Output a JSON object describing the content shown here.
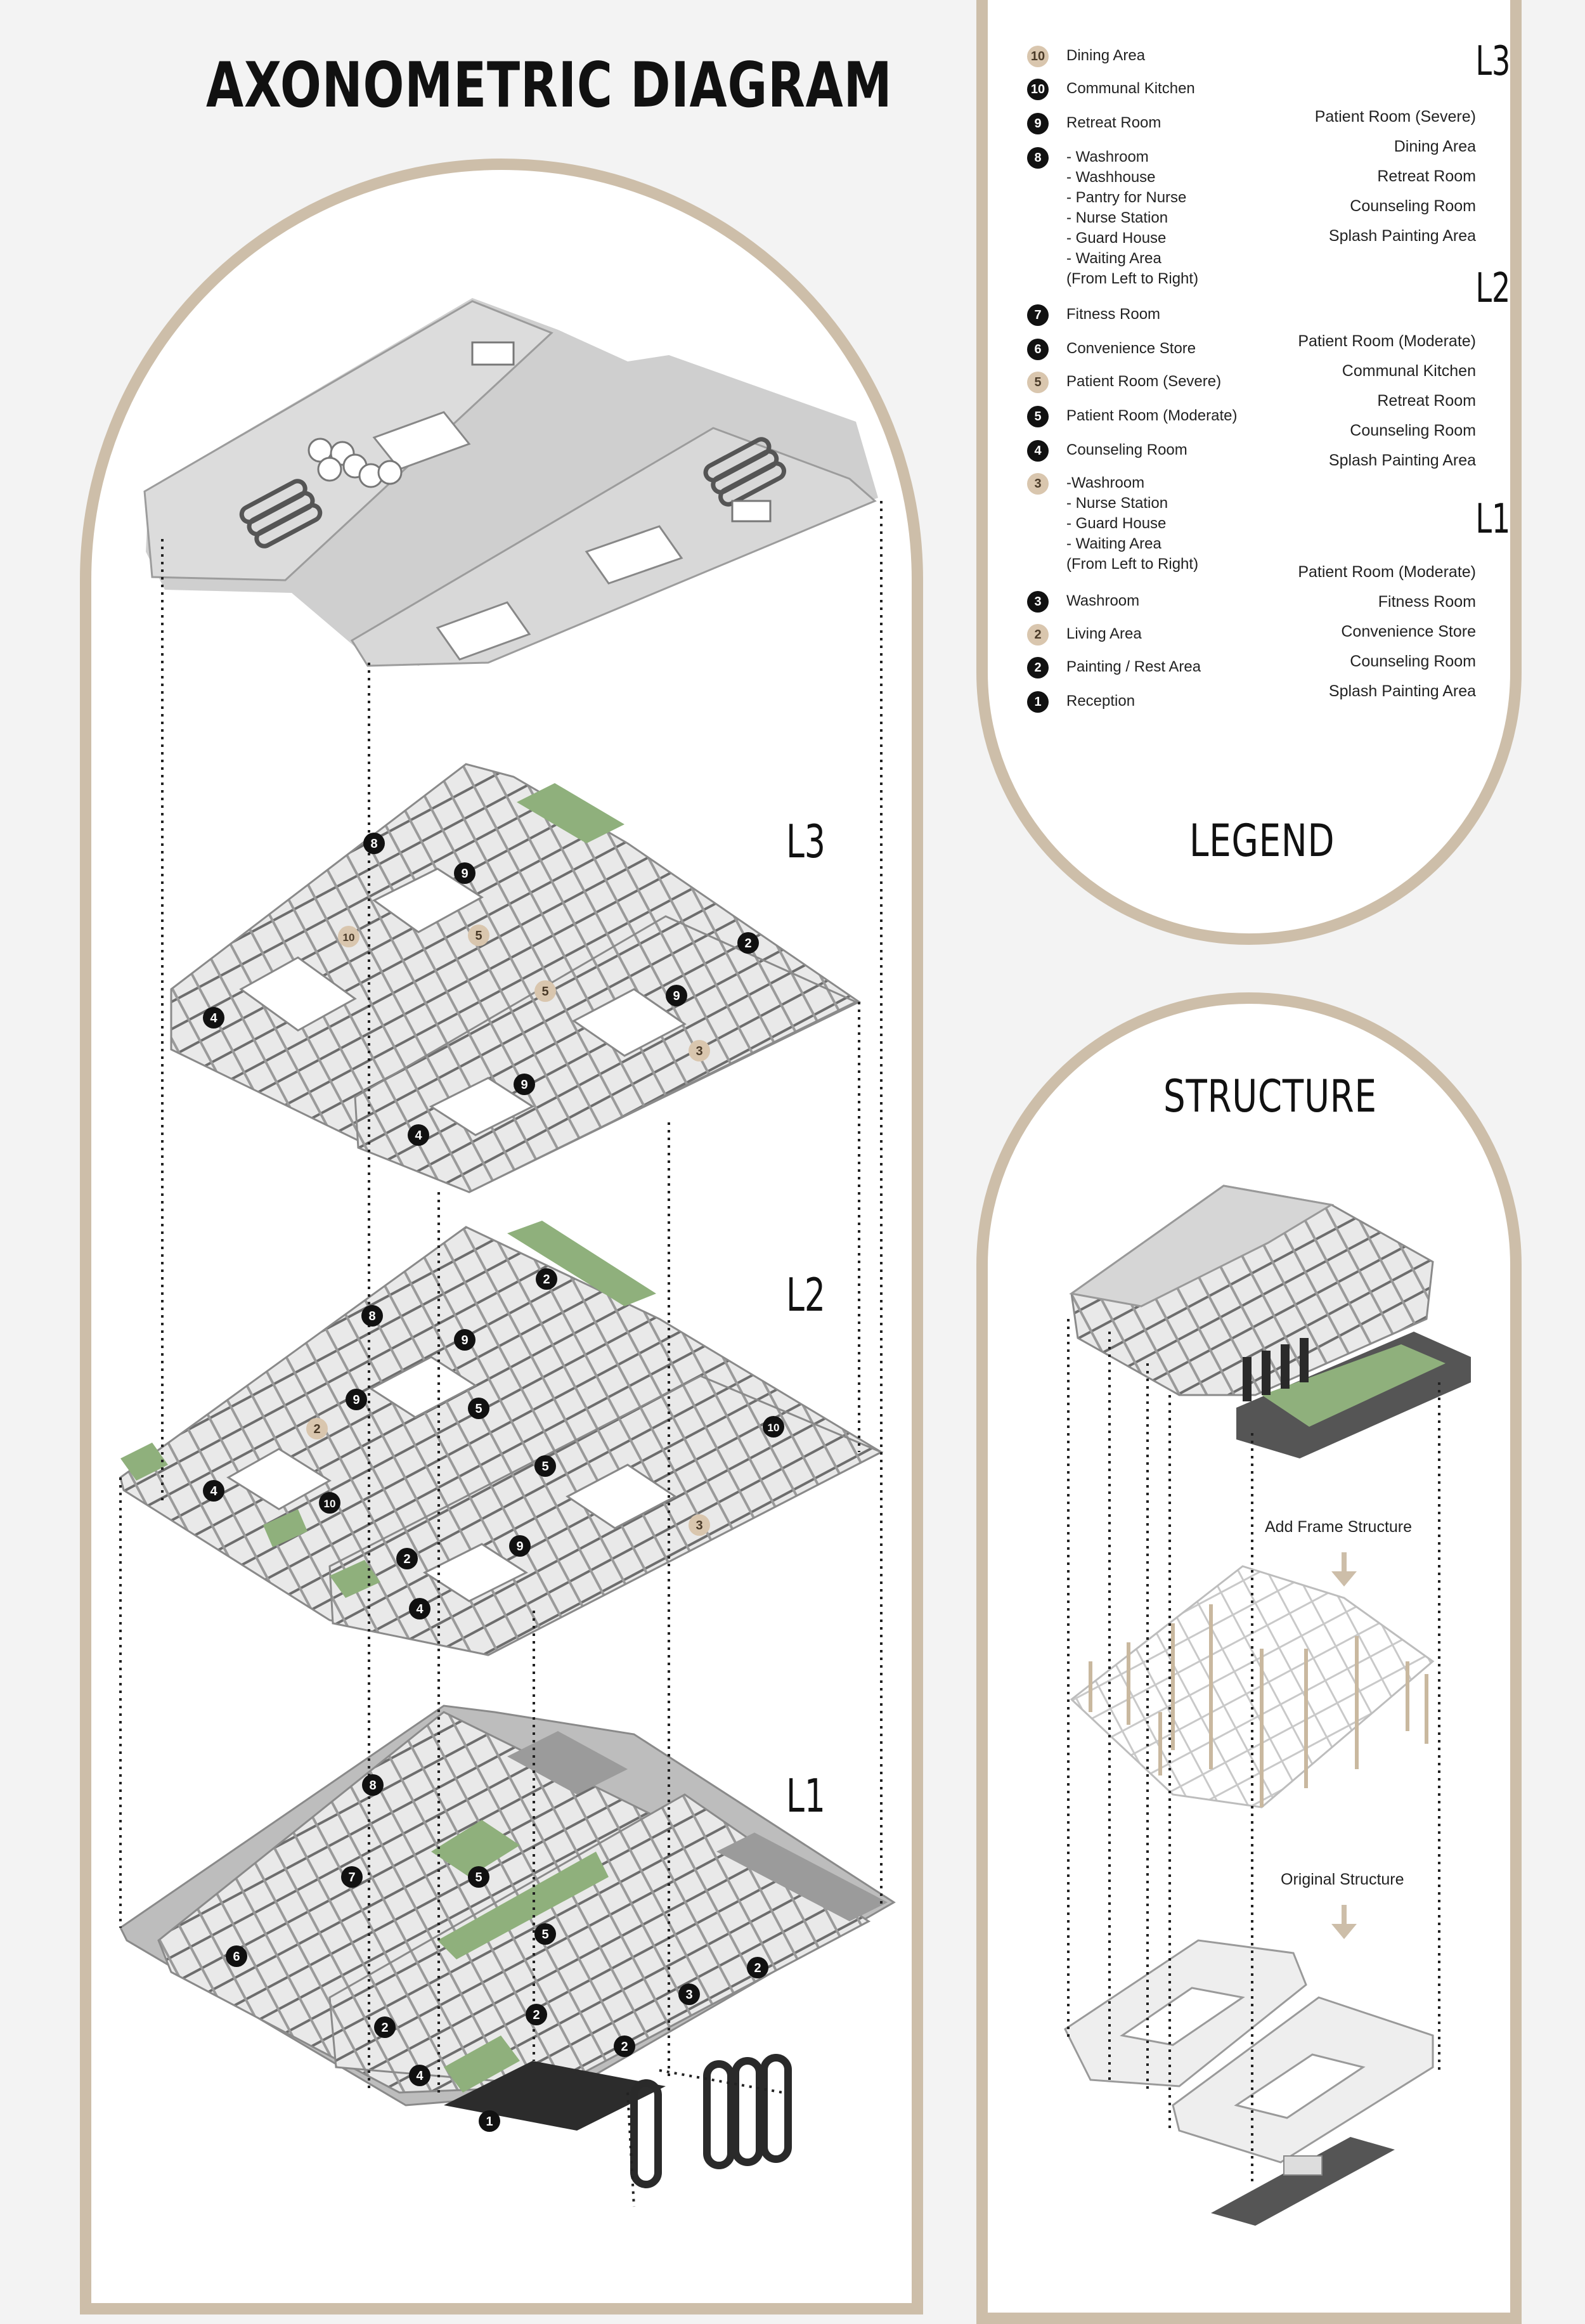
{
  "title": "AXONOMETRIC DIAGRAM",
  "levels": [
    "L3",
    "L2",
    "L1"
  ],
  "legend": {
    "title": "LEGEND",
    "items": [
      {
        "badge": "10",
        "tone": "tan",
        "text": "Dining Area"
      },
      {
        "badge": "10",
        "tone": "black",
        "text": "Communal Kitchen"
      },
      {
        "badge": "9",
        "tone": "black",
        "text": "Retreat Room"
      },
      {
        "badge": "8",
        "tone": "black",
        "text": "- Washroom\n- Washhouse\n- Pantry for Nurse\n- Nurse Station\n- Guard House\n- Waiting Area\n (From Left to Right)"
      },
      {
        "badge": "7",
        "tone": "black",
        "text": "Fitness Room"
      },
      {
        "badge": "6",
        "tone": "black",
        "text": "Convenience Store"
      },
      {
        "badge": "5",
        "tone": "tan",
        "text": "Patient Room (Severe)"
      },
      {
        "badge": "5",
        "tone": "black",
        "text": "Patient Room (Moderate)"
      },
      {
        "badge": "4",
        "tone": "black",
        "text": "Counseling Room"
      },
      {
        "badge": "3",
        "tone": "tan",
        "text": "-Washroom\n- Nurse Station\n- Guard House\n- Waiting Area\n(From Left to Right)"
      },
      {
        "badge": "3",
        "tone": "black",
        "text": "Washroom"
      },
      {
        "badge": "2",
        "tone": "tan",
        "text": "Living Area"
      },
      {
        "badge": "2",
        "tone": "black",
        "text": "Painting / Rest Area"
      },
      {
        "badge": "1",
        "tone": "black",
        "text": "Reception"
      }
    ],
    "level_lists": [
      {
        "level": "L3",
        "rooms": [
          "Patient Room (Severe)",
          "Dining Area",
          "Retreat Room",
          "Counseling Room",
          "Splash Painting Area"
        ]
      },
      {
        "level": "L2",
        "rooms": [
          "Patient Room (Moderate)",
          "Communal Kitchen",
          "Retreat Room",
          "Counseling Room",
          "Splash Painting Area"
        ]
      },
      {
        "level": "L1",
        "rooms": [
          "Patient Room (Moderate)",
          "Fitness Room",
          "Convenience Store",
          "Counseling Room",
          "Splash Painting Area"
        ]
      }
    ]
  },
  "structure": {
    "title": "STRUCTURE",
    "steps": [
      "Add Frame Structure",
      "Original Structure"
    ]
  },
  "markers": {
    "L3": [
      {
        "n": "8",
        "tone": "black"
      },
      {
        "n": "9",
        "tone": "black"
      },
      {
        "n": "10",
        "tone": "tan"
      },
      {
        "n": "5",
        "tone": "tan"
      },
      {
        "n": "2",
        "tone": "black"
      },
      {
        "n": "4",
        "tone": "black"
      },
      {
        "n": "5",
        "tone": "tan"
      },
      {
        "n": "9",
        "tone": "black"
      },
      {
        "n": "3",
        "tone": "tan"
      },
      {
        "n": "9",
        "tone": "black"
      },
      {
        "n": "4",
        "tone": "black"
      }
    ],
    "L2": [
      {
        "n": "8",
        "tone": "black"
      },
      {
        "n": "2",
        "tone": "black"
      },
      {
        "n": "9",
        "tone": "black"
      },
      {
        "n": "9",
        "tone": "black"
      },
      {
        "n": "2",
        "tone": "tan"
      },
      {
        "n": "5",
        "tone": "black"
      },
      {
        "n": "10",
        "tone": "black"
      },
      {
        "n": "4",
        "tone": "black"
      },
      {
        "n": "10",
        "tone": "black"
      },
      {
        "n": "5",
        "tone": "black"
      },
      {
        "n": "3",
        "tone": "tan"
      },
      {
        "n": "9",
        "tone": "black"
      },
      {
        "n": "2",
        "tone": "black"
      },
      {
        "n": "4",
        "tone": "black"
      }
    ],
    "L1": [
      {
        "n": "8",
        "tone": "black"
      },
      {
        "n": "7",
        "tone": "black"
      },
      {
        "n": "5",
        "tone": "black"
      },
      {
        "n": "6",
        "tone": "black"
      },
      {
        "n": "5",
        "tone": "black"
      },
      {
        "n": "2",
        "tone": "black"
      },
      {
        "n": "3",
        "tone": "black"
      },
      {
        "n": "2",
        "tone": "black"
      },
      {
        "n": "2",
        "tone": "black"
      },
      {
        "n": "2",
        "tone": "black"
      },
      {
        "n": "4",
        "tone": "black"
      },
      {
        "n": "1",
        "tone": "black"
      }
    ]
  },
  "colors": {
    "accent": "#cdbea9",
    "badge_black": "#111111",
    "badge_tan": "#d9c6ae",
    "green": "#8fb07c",
    "slab": "#d6d6d6",
    "floor": "#e7e7e7"
  }
}
